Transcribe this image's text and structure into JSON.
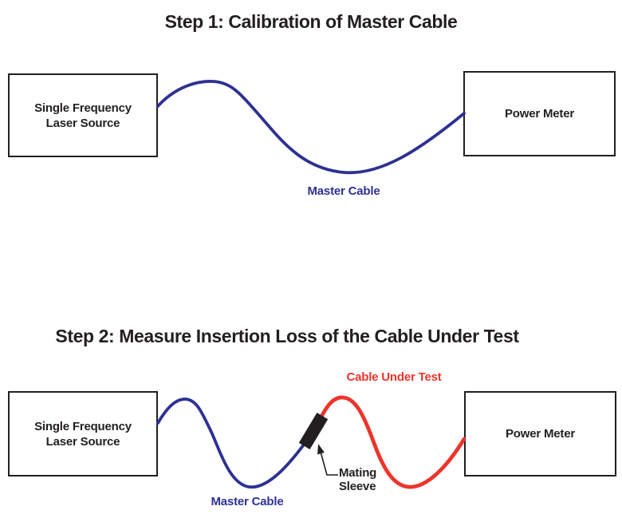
{
  "palette": {
    "blue": "#2E3192",
    "red": "#EC352C",
    "ink": "#231F20",
    "background": "#FFFFFF"
  },
  "step1": {
    "title": "Step 1: Calibration of Master Cable",
    "source_box": {
      "line1": "Single Frequency",
      "line2": "Laser Source"
    },
    "meter_box": {
      "label": "Power Meter"
    },
    "cable_label": "Master Cable"
  },
  "step2": {
    "title": "Step 2: Measure Insertion Loss of the Cable Under Test",
    "source_box": {
      "line1": "Single Frequency",
      "line2": "Laser Source"
    },
    "meter_box": {
      "label": "Power Meter"
    },
    "master_cable_label": "Master Cable",
    "cable_under_test_label": "Cable Under Test",
    "mating_sleeve_label": {
      "line1": "Mating",
      "line2": "Sleeve"
    }
  }
}
